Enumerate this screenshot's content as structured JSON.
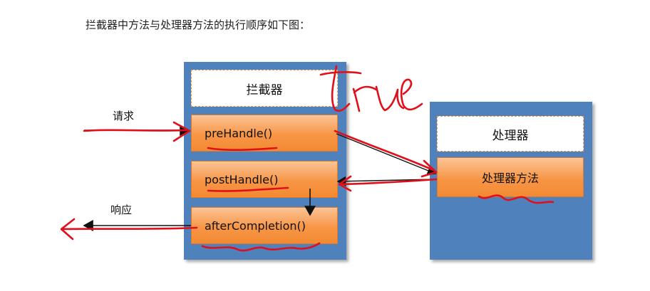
{
  "title": "拦截器中方法与处理器方法的执行顺序如下图：",
  "interceptor": {
    "header": "拦截器",
    "methods": [
      "preHandle()",
      "postHandle()",
      "afterCompletion()"
    ]
  },
  "handler": {
    "header": "处理器",
    "method": "处理器方法"
  },
  "labels": {
    "request": "请求",
    "response": "响应"
  },
  "handwritten_note": "true",
  "colors": {
    "panel": "#4f81bd",
    "method_fill": "#f79646",
    "ink_red": "#e0101a"
  }
}
